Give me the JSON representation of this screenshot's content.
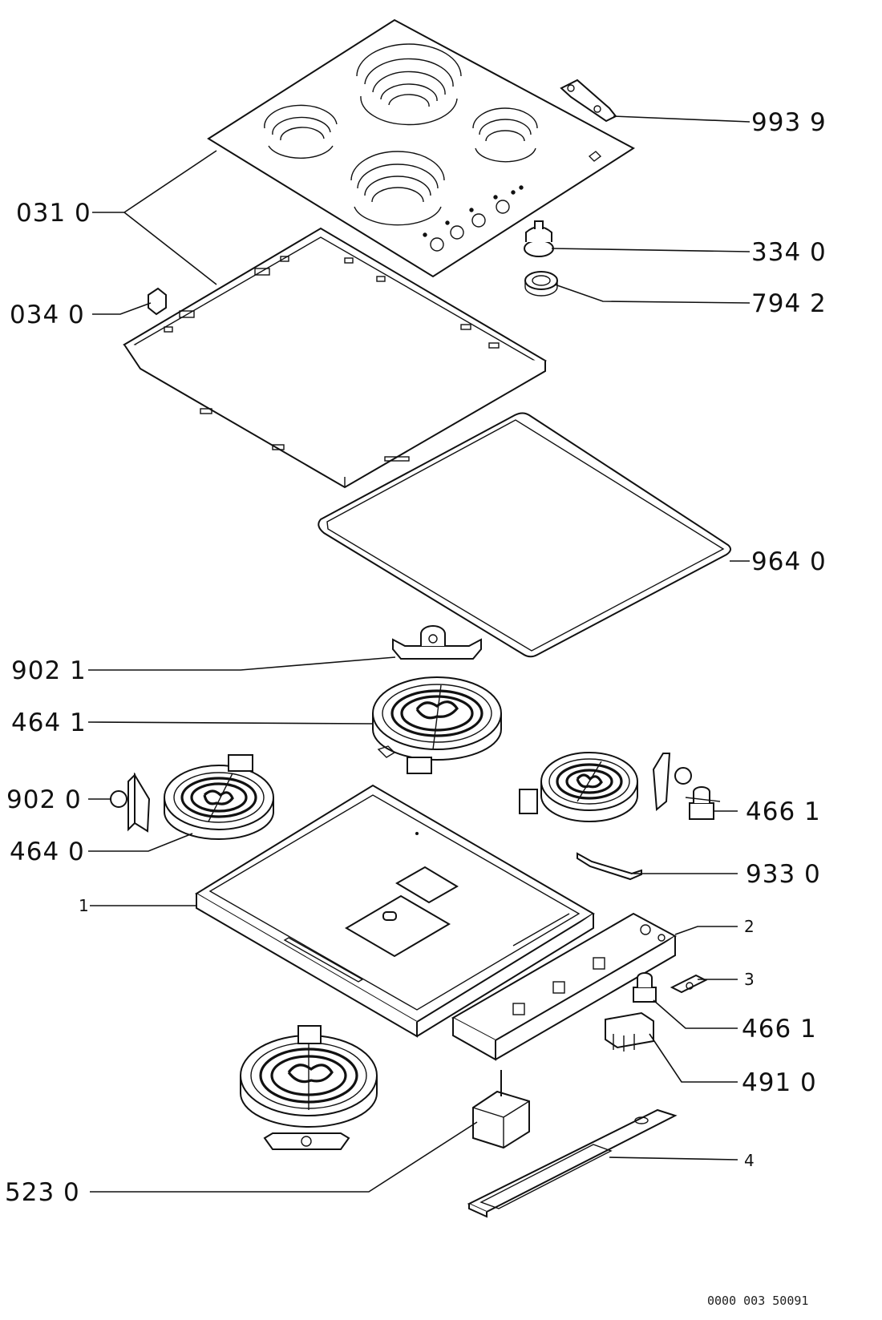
{
  "callouts": {
    "c9939": "993 9",
    "c0310": "031 0",
    "c3340": "334 0",
    "c0340": "034 0",
    "c7942": "794 2",
    "c9640": "964 0",
    "c9021": "902 1",
    "c4641": "464 1",
    "c9020": "902 0",
    "c4661a": "466 1",
    "c4640": "464 0",
    "c9330": "933 0",
    "c1": "1",
    "c2": "2",
    "c3": "3",
    "c4661b": "466 1",
    "c4910": "491 0",
    "c4": "4",
    "c5230": "523 0"
  },
  "reference_code": "0000 003 50091"
}
